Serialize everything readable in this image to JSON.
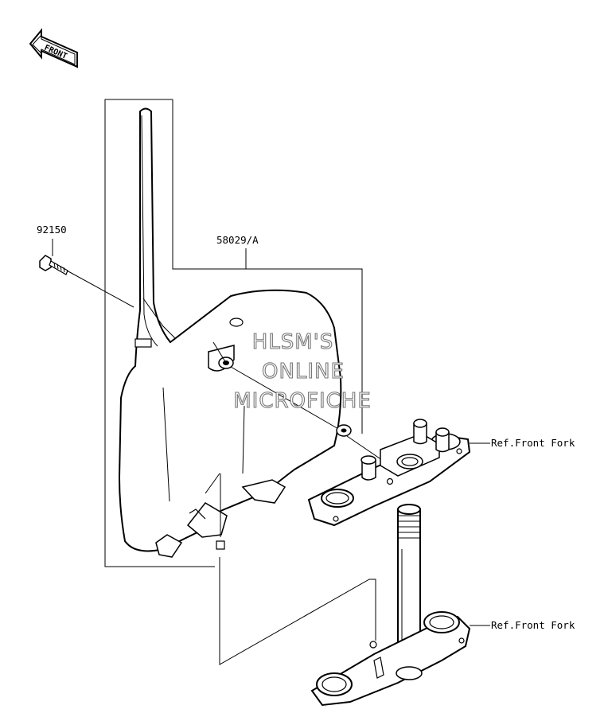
{
  "diagram": {
    "front_indicator": "FRONT",
    "parts": {
      "bolt": "92150",
      "number_plate": "58029/A"
    },
    "references": {
      "upper": "Ref.Front Fork",
      "lower": "Ref.Front Fork"
    },
    "watermark": {
      "line1": "HLSM'S",
      "line2": "ONLINE",
      "line3": "MICROFICHE"
    }
  }
}
